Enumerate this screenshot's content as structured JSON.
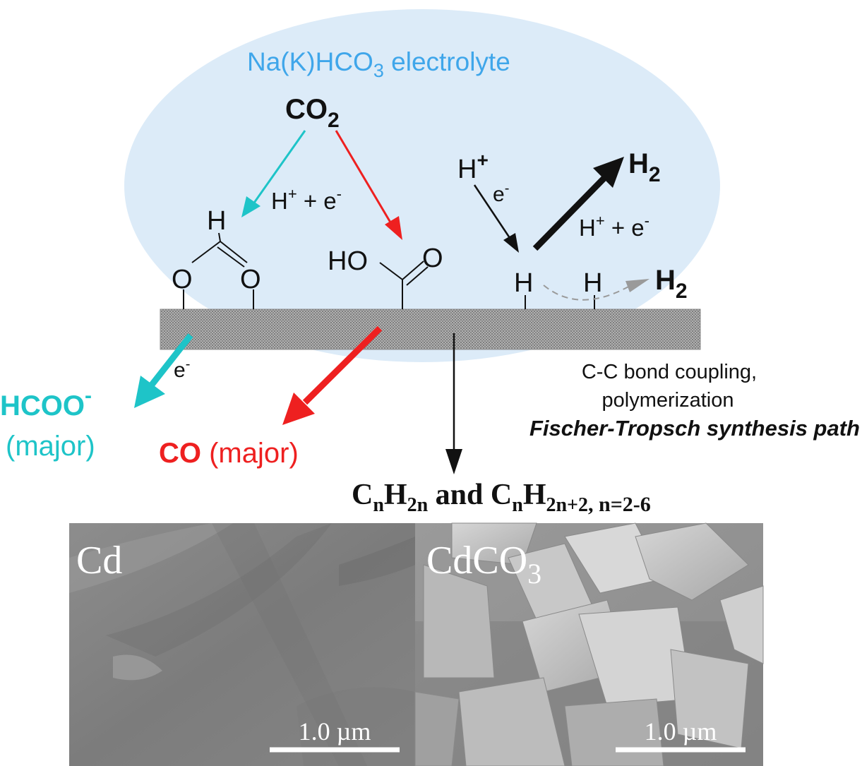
{
  "electrolyte": {
    "base": "Na(K)HCO",
    "sub": "3",
    "rest": " electrolyte"
  },
  "co2": {
    "base": "CO",
    "sub": "2"
  },
  "formate_path": {
    "hplus": "H",
    "plus_sup": "+",
    "plus_e": " + e",
    "minus_sup": "-"
  },
  "her": {
    "h": "H",
    "h_sup": "+",
    "e": "e",
    "e_sup": "-",
    "h2_base": "H",
    "h2_sub": "2",
    "hpe_h": "H",
    "hpe_sup1": "+",
    "hpe_mid": " + e",
    "hpe_sup2": "-",
    "h2b_base": "H",
    "h2b_sub": "2"
  },
  "adsorbates": {
    "formate_h": "H",
    "formate_o1": "O",
    "formate_o2": "O",
    "carboxyl_ho": "HO",
    "carboxyl_o": "O",
    "h1": "H",
    "h2": "H"
  },
  "products": {
    "e_label": "e",
    "e_sup": "-",
    "hcoo": "HCOO",
    "hcoo_sup": "-",
    "hcoo_major": "(major)",
    "co": "CO",
    "co_major": " (major)"
  },
  "ft": {
    "line1": "C-C bond coupling,",
    "line2": "polymerization",
    "path": "Fischer-Tropsch synthesis path",
    "c1": "C",
    "n1": "n",
    "h1": "H",
    "n2": "2n",
    "and": " and ",
    "c2": "C",
    "n3": "n",
    "h2": "H",
    "n4": "2n+2",
    "range": ", n=2-6"
  },
  "sem": {
    "left_label": "Cd",
    "right_label_base": "CdCO",
    "right_label_sub": "3",
    "scale_left": "1.0 µm",
    "scale_right": "1.0 µm"
  },
  "colors": {
    "electrolyte_fill": "#dcebf8",
    "electrolyte_text": "#3fa6ea",
    "cyan": "#1ec4c8",
    "red": "#ee2020",
    "gray": "#9a9a9a"
  }
}
